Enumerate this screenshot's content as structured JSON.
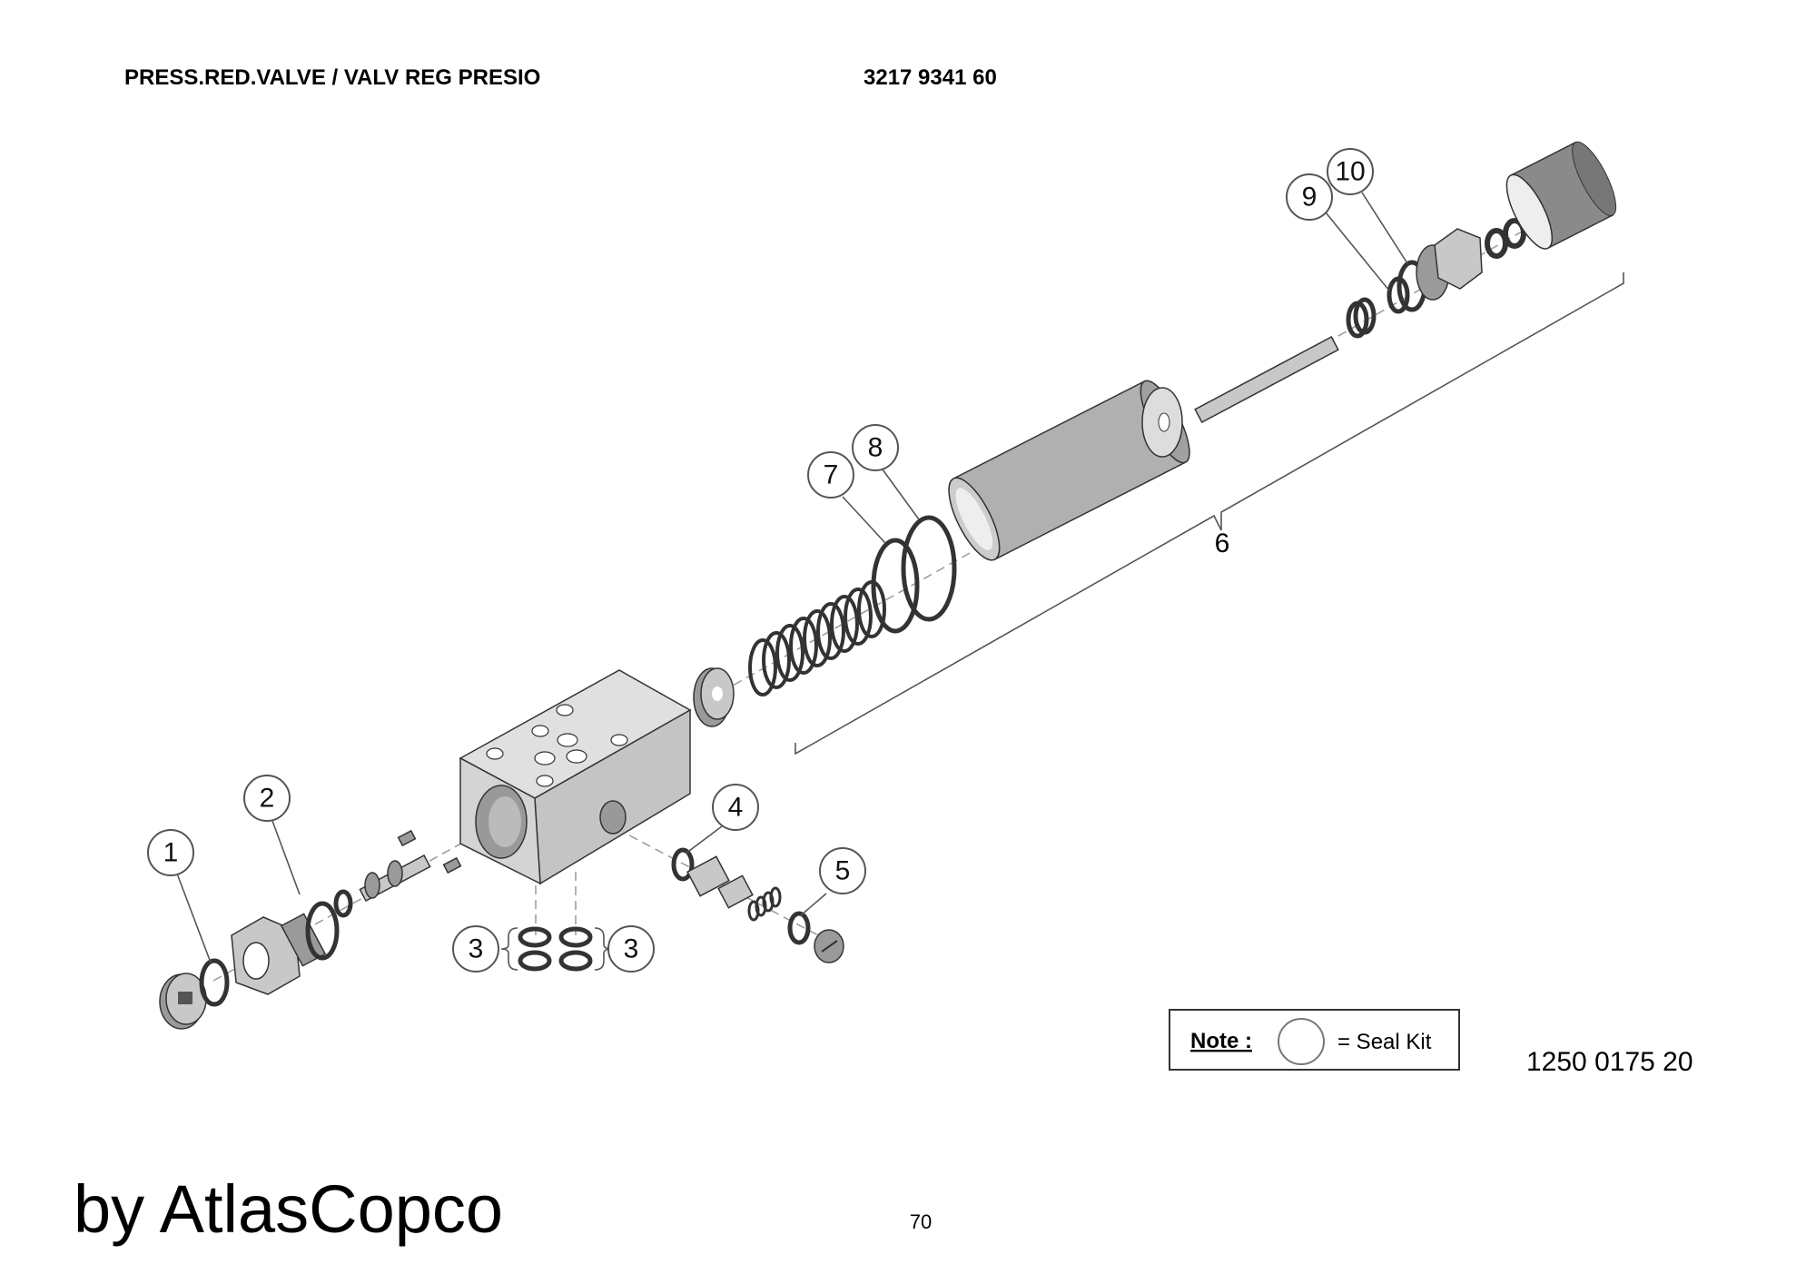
{
  "header": {
    "title": "PRESS.RED.VALVE / VALV REG PRESIO",
    "part_number": "3217 9341 60"
  },
  "callouts": [
    "1",
    "2",
    "3",
    "3",
    "4",
    "5",
    "6",
    "7",
    "8",
    "9",
    "10"
  ],
  "note": {
    "label": "Note :",
    "legend": "= Seal Kit"
  },
  "drawing_number": "1250 0175 20",
  "watermark": "by AtlasCopco",
  "page_number": "70"
}
